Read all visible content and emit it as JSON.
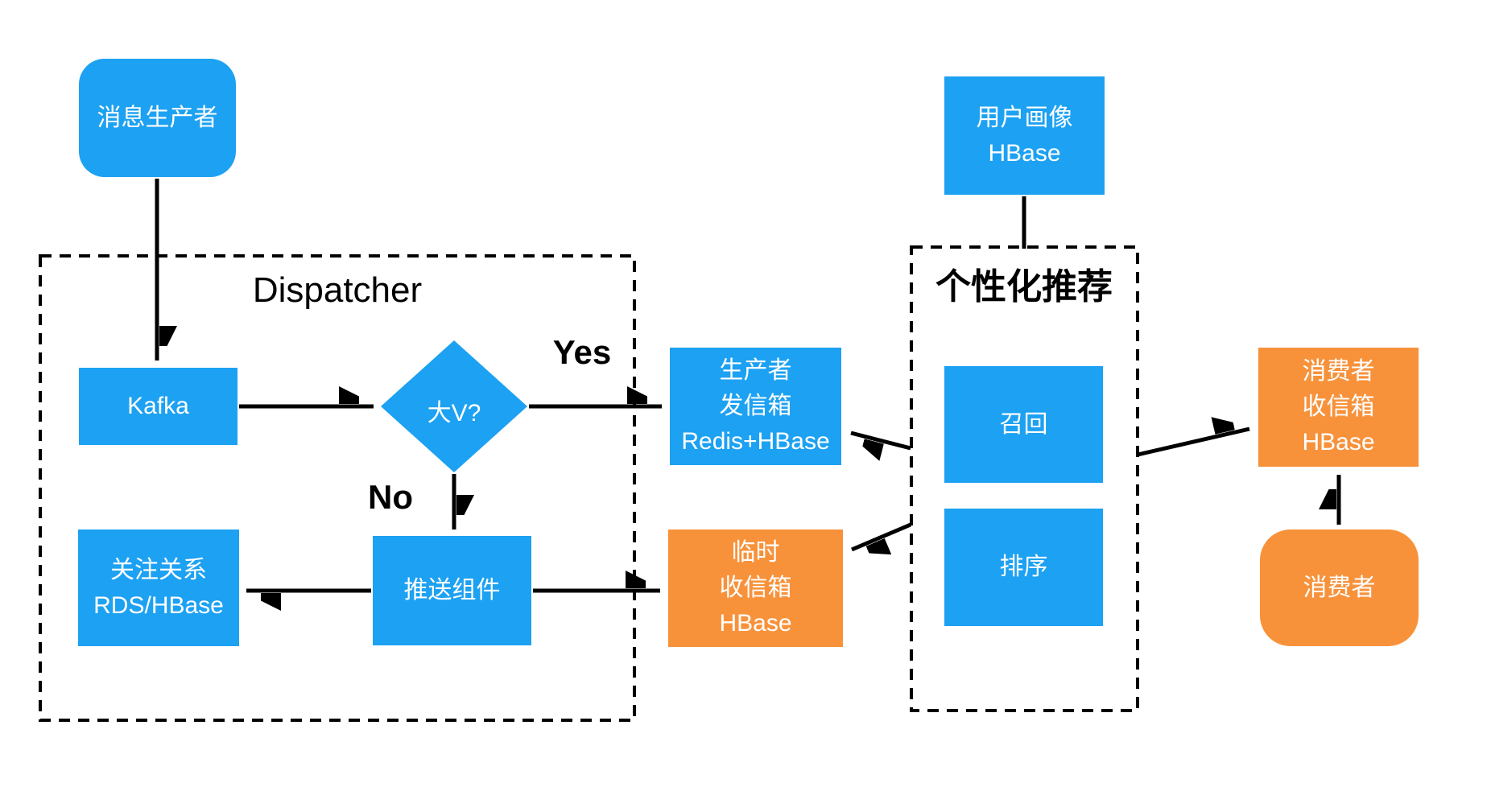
{
  "colors": {
    "node_blue": "#1da1f2",
    "node_orange": "#f7923b",
    "arrow": "#000000",
    "node_text": "#ffffff",
    "label_text": "#000000"
  },
  "groups": {
    "dispatcher": {
      "label": "Dispatcher"
    },
    "recommendation": {
      "label": "个性化推荐"
    }
  },
  "nodes": {
    "message_producer": {
      "label": "消息生产者"
    },
    "kafka": {
      "label": "Kafka"
    },
    "big_v_decision": {
      "label": "大V?"
    },
    "follow_relation": {
      "lines": [
        "关注关系",
        "RDS/HBase"
      ]
    },
    "push_component": {
      "label": "推送组件"
    },
    "producer_outbox": {
      "lines": [
        "生产者",
        "发信箱",
        "Redis+HBase"
      ]
    },
    "temp_inbox": {
      "lines": [
        "临时",
        "收信箱",
        "HBase"
      ]
    },
    "user_profile": {
      "lines": [
        "用户画像",
        "HBase"
      ]
    },
    "recall": {
      "label": "召回"
    },
    "ranking": {
      "label": "排序"
    },
    "consumer_inbox": {
      "lines": [
        "消费者",
        "收信箱",
        "HBase"
      ]
    },
    "consumer": {
      "label": "消费者"
    }
  },
  "edge_labels": {
    "yes": "Yes",
    "no": "No"
  }
}
